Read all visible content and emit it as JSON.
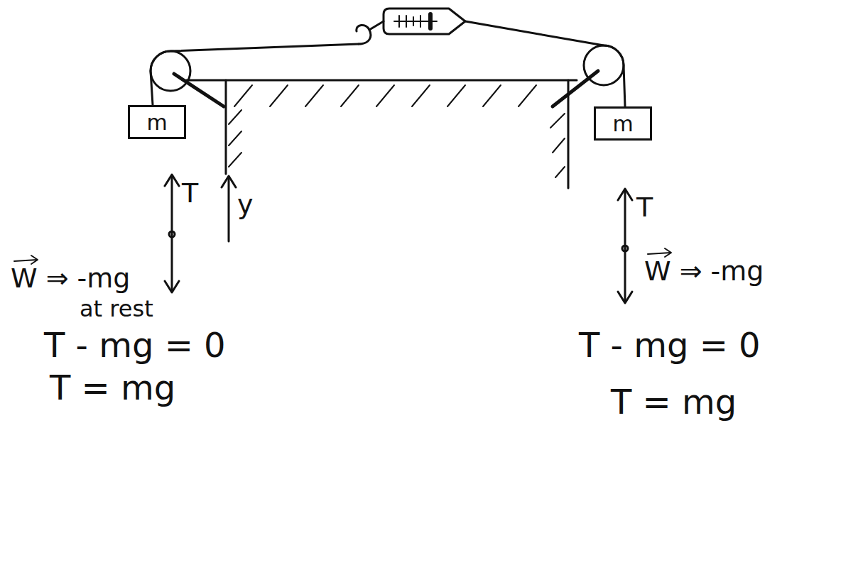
{
  "diagram": {
    "nodes": [
      {
        "text": [
          "m"
        ]
      },
      {
        "text": [
          "m"
        ]
      }
    ],
    "labels": [
      "T",
      "y",
      "W ⇒ -mg",
      "at rest",
      "T - mg = 0",
      "T = mg",
      "T",
      "W ⇒ -mg",
      "T - mg = 0",
      "T = mg"
    ]
  }
}
